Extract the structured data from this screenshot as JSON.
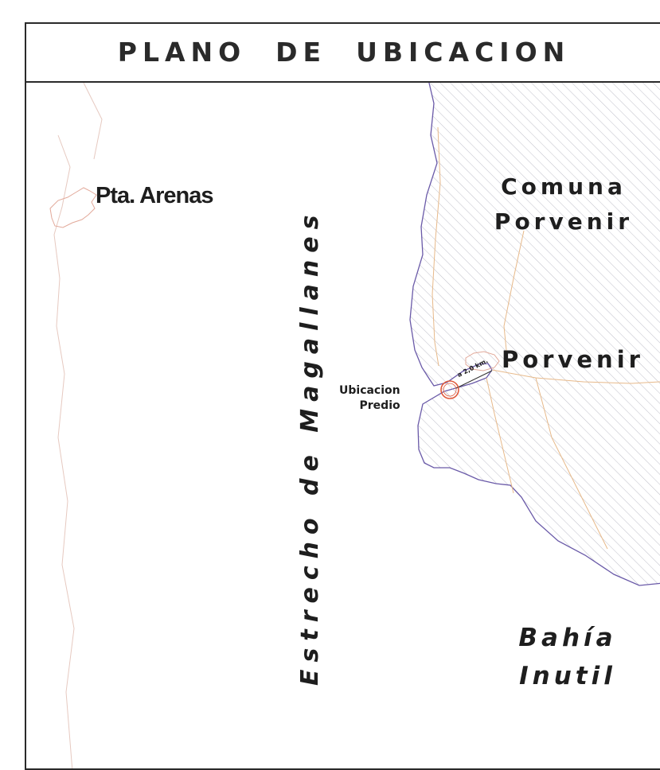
{
  "title": "PLANO  DE  UBICACION",
  "labels": {
    "city_pta_arenas": "Pta. Arenas",
    "comuna_line1": "Comuna",
    "comuna_line2": "Porvenir",
    "town_porvenir": "Porvenir",
    "site_line1": "Ubicacion",
    "site_line2": "Predio",
    "distance": "a 2,0 km.",
    "bay_line1": "Bahía",
    "bay_line2": "Inutil",
    "strait": "Estrecho de Magallanes"
  },
  "colors": {
    "coastline": "#6a5aa8",
    "land_hatch": "#b9b9c4",
    "roads": "#e7b98a",
    "site_marker": "#e05a3c",
    "border": "#2a2a2a",
    "text": "#1e1e1e"
  }
}
